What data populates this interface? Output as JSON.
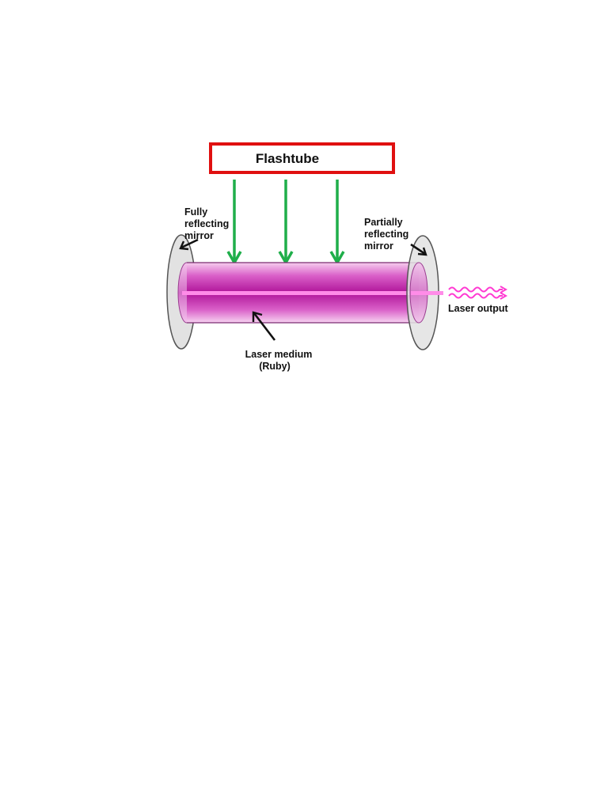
{
  "flashtube": {
    "label": "Flashtube",
    "border_color": "#e01010"
  },
  "labels": {
    "fully_reflecting_mirror": [
      "Fully",
      "reflecting",
      "mirror"
    ],
    "partially_reflecting_mirror": [
      "Partially",
      "reflecting",
      "mirror"
    ],
    "laser_medium": [
      "Laser medium",
      "(Ruby)"
    ],
    "laser_output": "Laser output"
  },
  "colors": {
    "pump_arrows": "#1fae4a",
    "rod_core": "#c81eb4",
    "rod_edge": "#f2b6ea",
    "beam": "#ff8ce8",
    "output_wave": "#ff3ad2",
    "mirror_fill": "#e2e2e2",
    "mirror_stroke": "#555555",
    "pointer_arrows": "#111111"
  },
  "icons": {
    "pump_arrow": "down-arrow-icon",
    "pointer_arrow": "pointer-arrow-icon",
    "output": "wave-arrow-icon"
  }
}
